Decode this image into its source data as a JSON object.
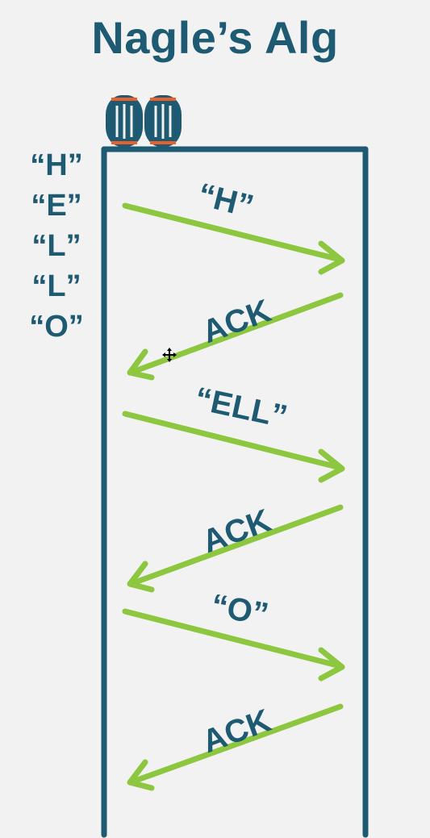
{
  "title": "Nagle’s Alg",
  "buffered_letters": [
    "“H”",
    "“E”",
    "“L”",
    "“L”",
    "“O”"
  ],
  "exchanges": [
    {
      "direction": "send",
      "label": "“H”"
    },
    {
      "direction": "ack",
      "label": "ACK"
    },
    {
      "direction": "send",
      "label": "“ELL”"
    },
    {
      "direction": "ack",
      "label": "ACK"
    },
    {
      "direction": "send",
      "label": "“O”"
    },
    {
      "direction": "ack",
      "label": "ACK"
    }
  ],
  "colors": {
    "background": "#f2f2f2",
    "channel": "#1f5a73",
    "arrow": "#8dc63f",
    "barrel": "#1f5a73",
    "barrel_band": "#e8602c"
  },
  "icons": {
    "barrels": "barrel-icon",
    "cursor": "move-cursor-icon"
  }
}
